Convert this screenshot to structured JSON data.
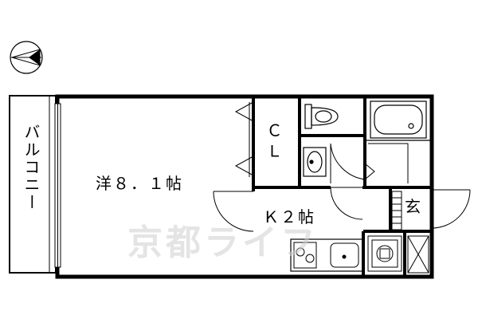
{
  "rooms": {
    "western": "洋８．１帖",
    "closet": "ＣＬ",
    "kitchen": "Ｋ２帖",
    "entrance": "玄",
    "balcony": "バルコニー"
  },
  "watermark": "京都ライフ",
  "compass": {
    "icon": "north-arrow-icon"
  },
  "colors": {
    "line": "#000000",
    "watermark": "#cfcfcf",
    "background": "#ffffff"
  }
}
